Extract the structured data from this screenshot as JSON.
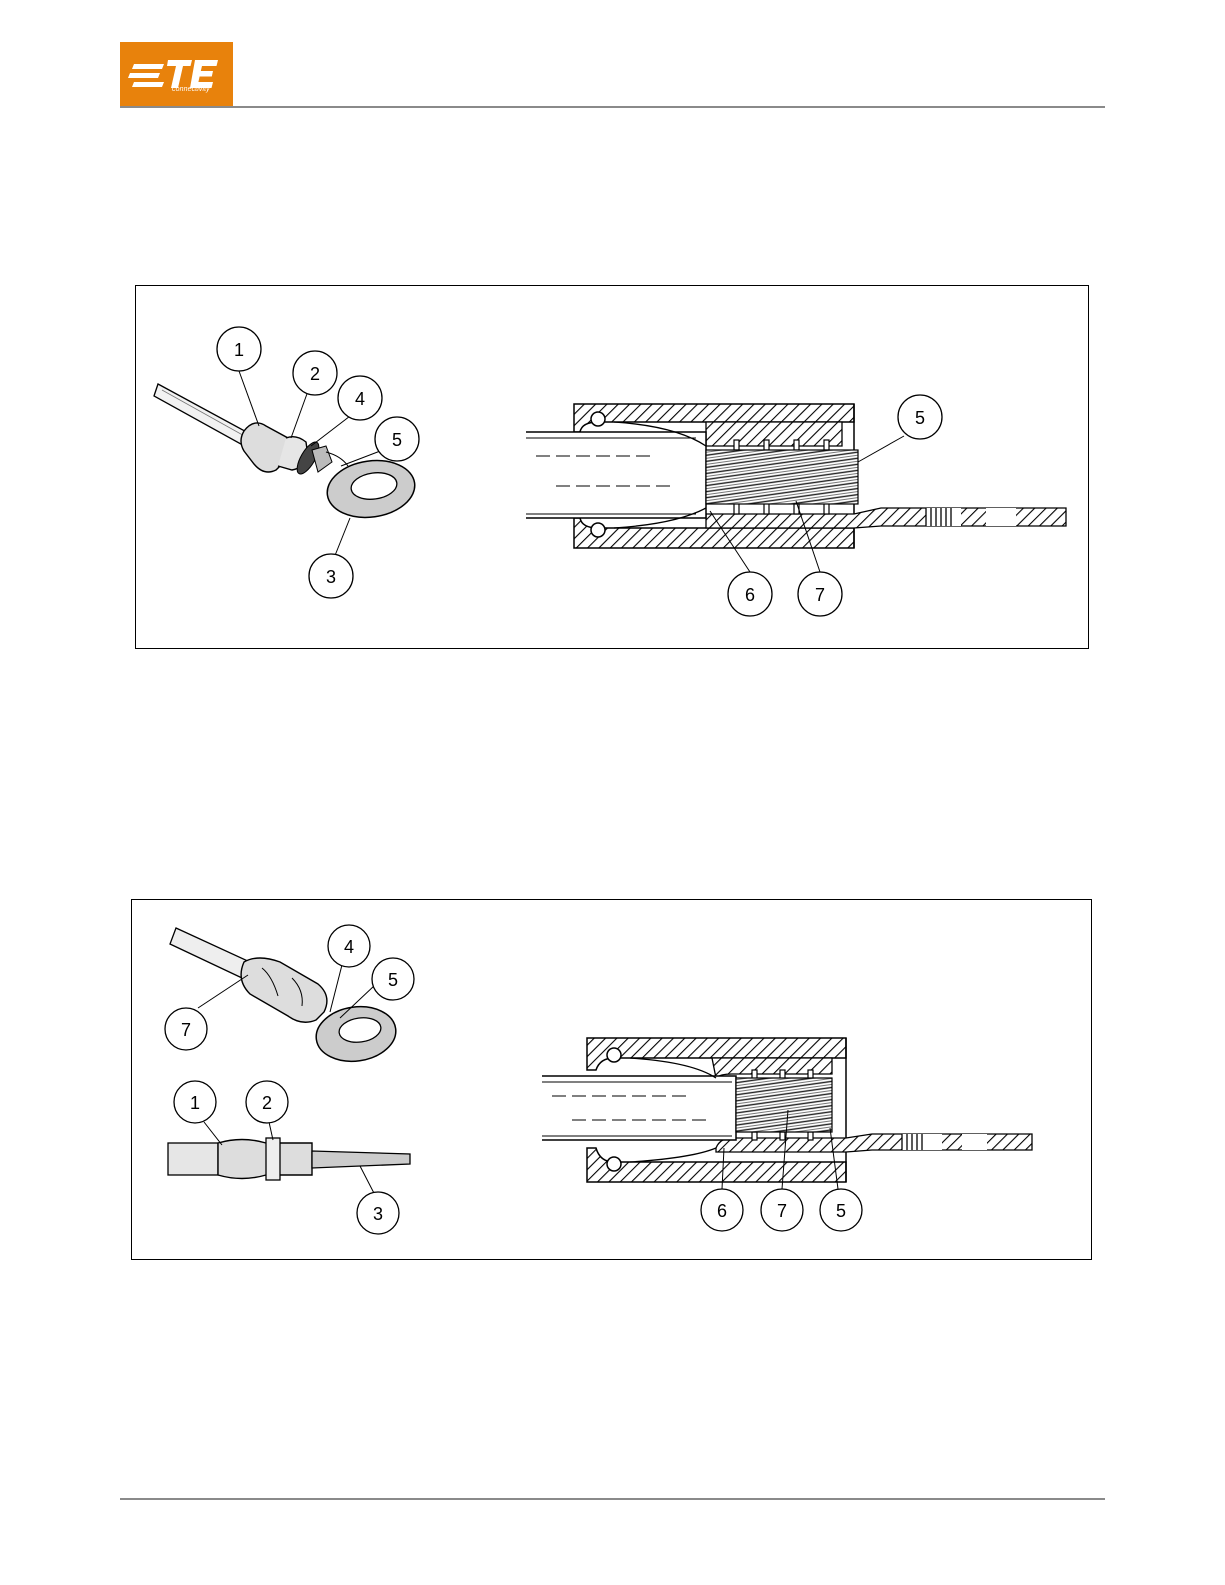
{
  "header": {
    "logo_text": "TE",
    "logo_subtext": "connectivity",
    "brand_color": "#e8820c",
    "rule_color": "#8a8a8a"
  },
  "figure1": {
    "left_callouts": [
      "1",
      "2",
      "4",
      "5",
      "3"
    ],
    "right_callouts": [
      "5",
      "6",
      "7"
    ]
  },
  "figure2": {
    "left_callouts": [
      "4",
      "5",
      "7",
      "1",
      "2",
      "3"
    ],
    "right_callouts": [
      "6",
      "7",
      "5"
    ]
  }
}
